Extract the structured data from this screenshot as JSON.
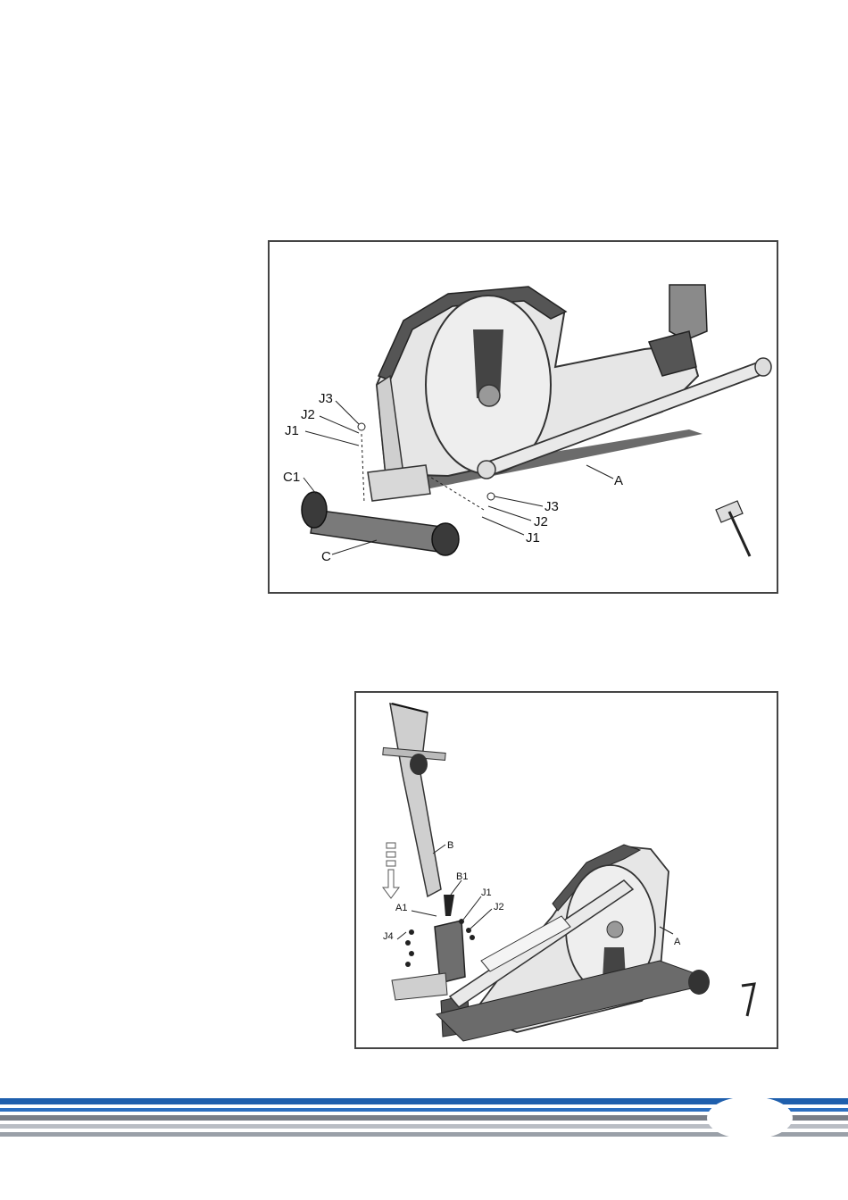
{
  "figure1": {
    "labels": {
      "j3_left": "J3",
      "j2_left": "J2",
      "j1_left": "J1",
      "c1": "C1",
      "c": "C",
      "a": "A",
      "j3_right": "J3",
      "j2_right": "J2",
      "j1_right": "J1"
    },
    "tool_icon": "hex-wrench-t-handle-icon"
  },
  "figure2": {
    "labels": {
      "b": "B",
      "b1": "B1",
      "j1": "J1",
      "j2": "J2",
      "a1": "A1",
      "j4": "J4",
      "a": "A"
    },
    "tool_icon": "allen-key-icon"
  },
  "footer": {
    "stripe_colors": [
      "#1f5fad",
      "#7a7f88",
      "#b9bdc4",
      "#2d6fc0"
    ],
    "page_badge_icon": "page-number-oval"
  }
}
